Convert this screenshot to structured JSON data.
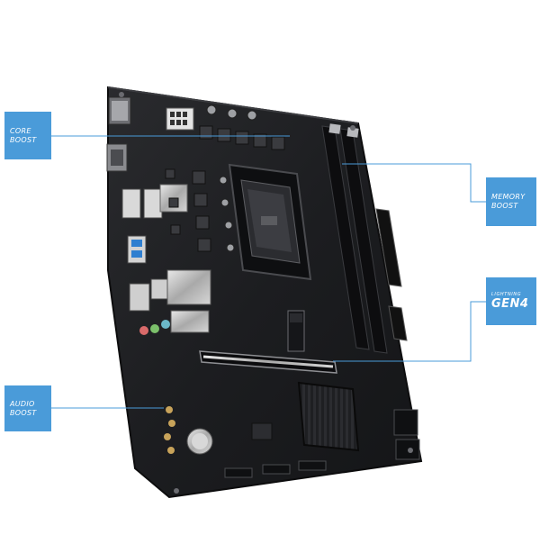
{
  "labels": {
    "core_boost": {
      "line1": "CORE",
      "line2": "BOOST"
    },
    "memory_boost": {
      "line1": "MEMORY",
      "line2": "BOOST"
    },
    "lightning_gen4": {
      "line1": "LIGHTNING",
      "line2": "GEN4"
    },
    "audio_boost": {
      "line1": "AUDIO",
      "line2": "BOOST"
    }
  },
  "colors": {
    "accent": "#4a9bd9",
    "board": "#1b1c1e",
    "background": "#ffffff"
  }
}
